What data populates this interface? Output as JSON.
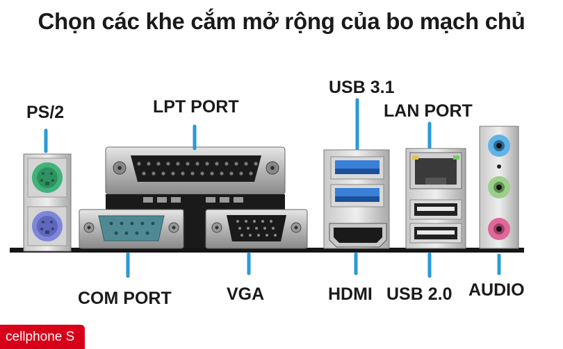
{
  "title": "Chọn các khe cắm mở rộng của bo mạch chủ",
  "labels": {
    "ps2": "PS/2",
    "lpt": "LPT PORT",
    "usb31": "USB 3.1",
    "lan": "LAN PORT",
    "com": "COM PORT",
    "vga": "VGA",
    "hdmi": "HDMI",
    "usb20": "USB 2.0",
    "audio": "AUDIO"
  },
  "brand": {
    "text": "cellphone S"
  },
  "colors": {
    "pointer": "#2b9ad6",
    "ps2_keyboard": "#3fb37a",
    "ps2_mouse": "#7d86d8",
    "com_port": "#4f8a94",
    "usb3_blue": "#3a7fd8",
    "audio_blue": "#5fb3e6",
    "audio_green": "#9ccf8a",
    "audio_pink": "#e0679a",
    "brand_red": "#d70018"
  }
}
